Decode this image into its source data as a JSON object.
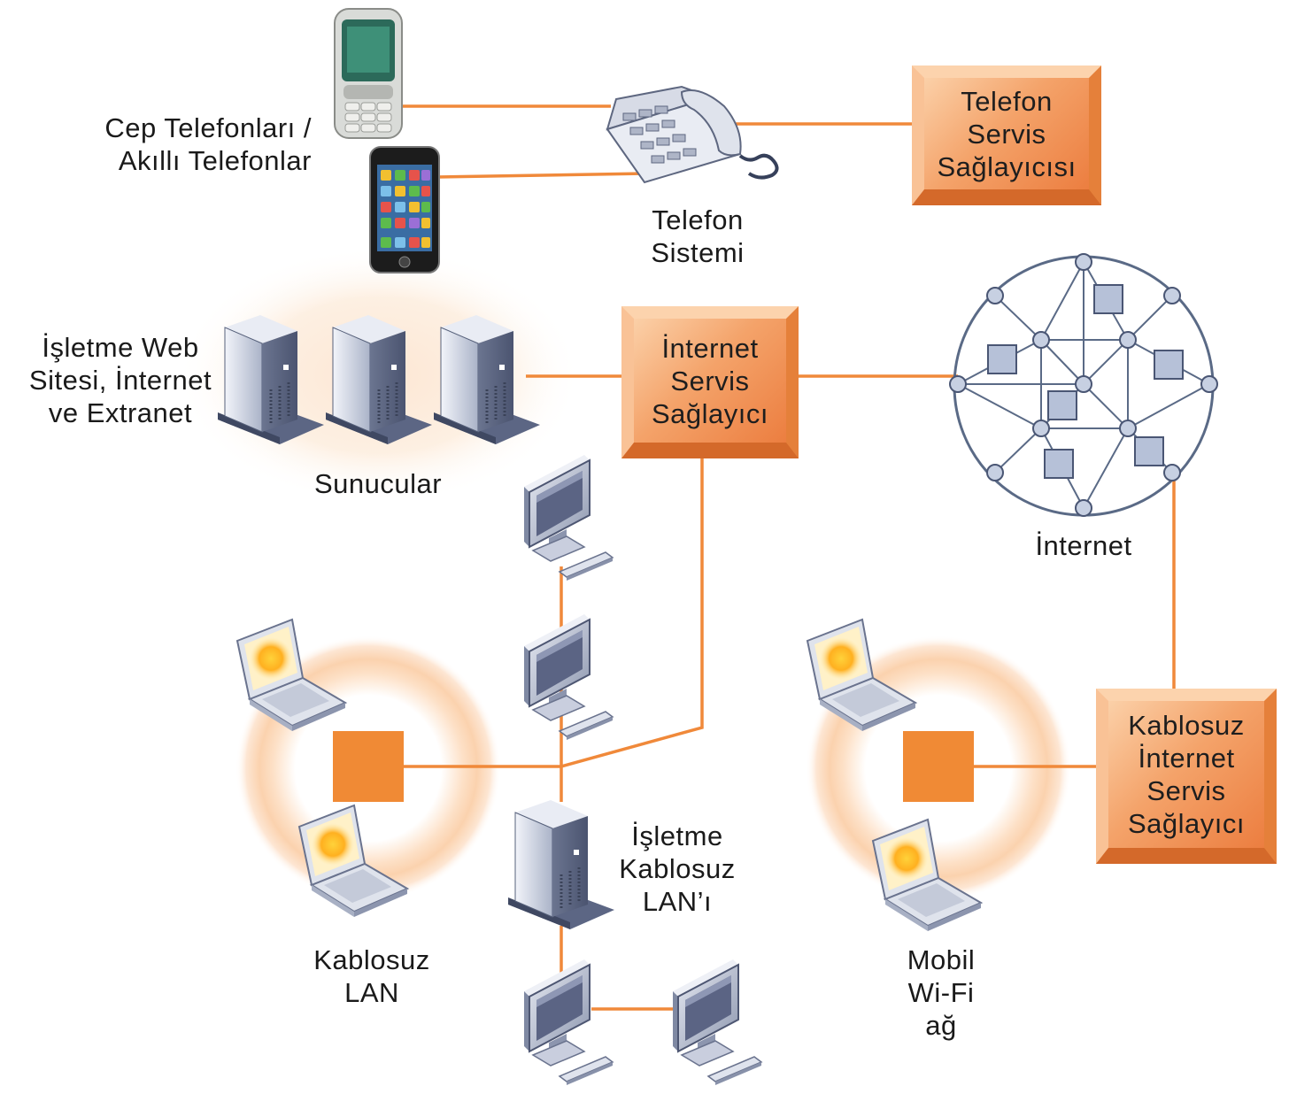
{
  "labels": {
    "cep_telefonlari": [
      "Cep Telefonları /",
      "Akıllı Telefonlar"
    ],
    "telefon_sistemi": [
      "Telefon",
      "Sistemi"
    ],
    "telefon_servis": [
      "Telefon",
      "Servis",
      "Sağlayıcısı"
    ],
    "isletme_web": [
      "İşletme Web",
      "Sitesi, İnternet",
      "ve Extranet"
    ],
    "sunucular": "Sunucular",
    "internet_servis": [
      "İnternet",
      "Servis",
      "Sağlayıcı"
    ],
    "internet": "İnternet",
    "isletme_kablosuz": [
      "İşletme",
      "Kablosuz",
      "LAN’ı"
    ],
    "kablosuz_lan": [
      "Kablosuz",
      "LAN"
    ],
    "mobil_wifi": [
      "Mobil",
      "Wi-Fi",
      "ağ"
    ],
    "kablosuz_internet_servis": [
      "Kablosuz",
      "İnternet",
      "Servis",
      "Sağlayıcı"
    ]
  },
  "icons": [
    "cell-phone-icon",
    "smartphone-icon",
    "desk-phone-icon",
    "server-icon",
    "desktop-computer-icon",
    "laptop-icon",
    "access-point-icon",
    "internet-globe-icon"
  ],
  "colors": {
    "connection": "#f0893a",
    "provider_box": "#f4a36a",
    "access_point": "#f08a35",
    "globe": "#5a6a86"
  }
}
